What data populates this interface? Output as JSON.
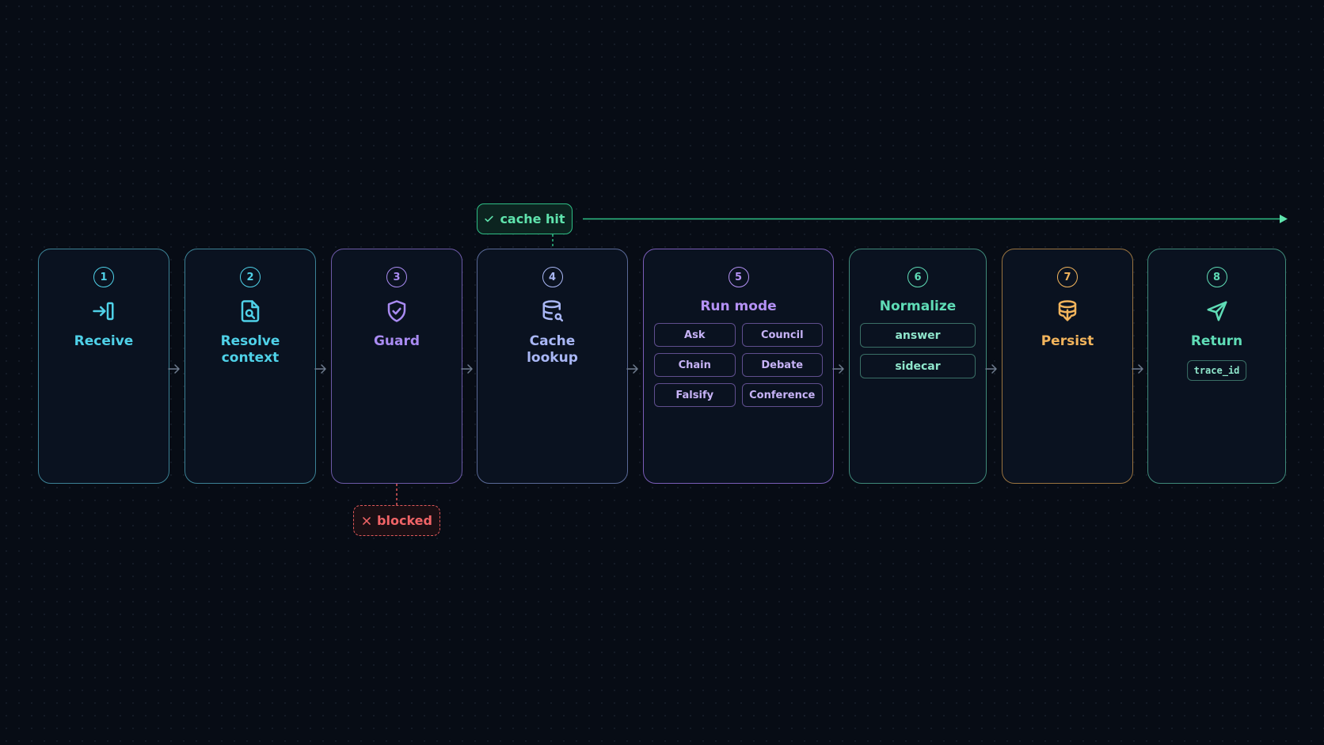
{
  "stages": [
    {
      "number": "1",
      "title": "Receive",
      "icon": "sign-in-icon",
      "color": "#4fd1e8"
    },
    {
      "number": "2",
      "title": "Resolve context",
      "icon": "file-search-icon",
      "color": "#4fd1e8"
    },
    {
      "number": "3",
      "title": "Guard",
      "icon": "shield-check-icon",
      "color": "#a98bf2"
    },
    {
      "number": "4",
      "title": "Cache lookup",
      "icon": "database-search-icon",
      "color": "#a9b7f5"
    },
    {
      "number": "5",
      "title": "Run mode",
      "color": "#b491f5",
      "modes": [
        "Ask",
        "Council",
        "Chain",
        "Debate",
        "Falsify",
        "Conference"
      ]
    },
    {
      "number": "6",
      "title": "Normalize",
      "color": "#5fdcb6",
      "outputs": [
        "answer",
        "sidecar"
      ]
    },
    {
      "number": "7",
      "title": "Persist",
      "icon": "database-arrow-icon",
      "color": "#f2b45c"
    },
    {
      "number": "8",
      "title": "Return",
      "icon": "send-icon",
      "color": "#5fdcb6",
      "field": "trace_id"
    }
  ],
  "cache_hit": {
    "label": "cache hit",
    "icon": "check-icon",
    "color": "#5fe3ad"
  },
  "blocked": {
    "label": "blocked",
    "icon": "x-icon",
    "color": "#f06467"
  }
}
